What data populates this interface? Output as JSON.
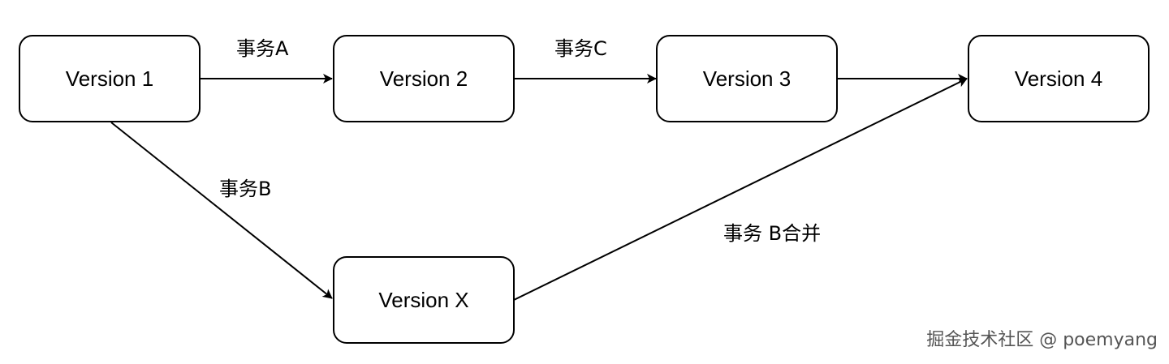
{
  "nodes": {
    "v1": "Version 1",
    "v2": "Version 2",
    "v3": "Version 3",
    "v4": "Version 4",
    "vx": "Version X"
  },
  "edges": {
    "v1_v2": "事务A",
    "v2_v3": "事务C",
    "v1_vx": "事务B",
    "vx_v4": "事务 B合并"
  },
  "watermark": "掘金技术社区 @ poemyang",
  "colors": {
    "stroke": "#000000",
    "background": "#ffffff",
    "text": "#000000"
  }
}
